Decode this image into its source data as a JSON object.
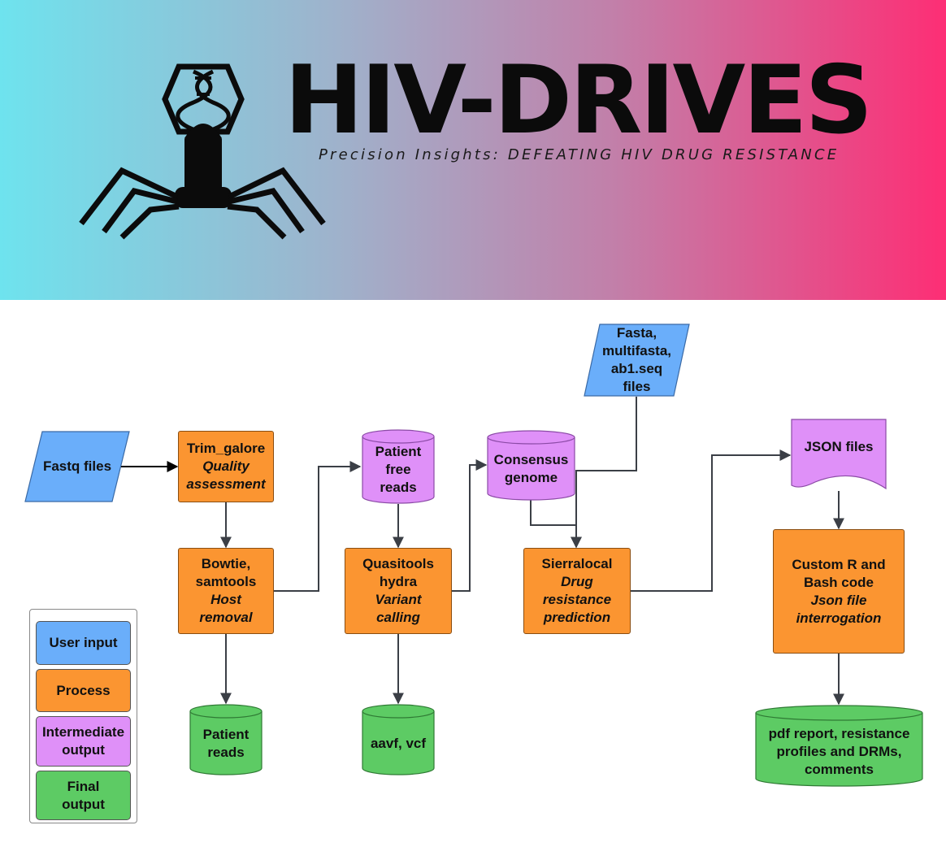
{
  "banner": {
    "title": "HIV-DRIVES",
    "tagline": "Precision Insights: DEFEATING HIV DRUG RESISTANCE"
  },
  "colors": {
    "user_input": "#6aaefa",
    "process": "#fb9531",
    "intermediate": "#df90f8",
    "final": "#5dcb64"
  },
  "nodes": {
    "fastq": "Fastq files",
    "trim_line1": "Trim_galore",
    "trim_line2": "Quality",
    "trim_line3": "assessment",
    "bowtie_line1": "Bowtie,",
    "bowtie_line2": "samtools",
    "bowtie_line3": "Host",
    "bowtie_line4": "removal",
    "patient_reads_line1": "Patient",
    "patient_reads_line2": "reads",
    "pfree_line1": "Patient",
    "pfree_line2": "free",
    "pfree_line3": "reads",
    "quasi_line1": "Quasitools",
    "quasi_line2": "hydra",
    "quasi_line3": "Variant",
    "quasi_line4": "calling",
    "aavf": "aavf, vcf",
    "consensus_line1": "Consensus",
    "consensus_line2": "genome",
    "fasta_line1": "Fasta,",
    "fasta_line2": "multifasta,",
    "fasta_line3": "ab1.seq",
    "fasta_line4": "files",
    "sierra_line1": "Sierralocal",
    "sierra_line2": "Drug",
    "sierra_line3": "resistance",
    "sierra_line4": "prediction",
    "json": "JSON files",
    "custom_line1": "Custom R and",
    "custom_line2": "Bash code",
    "custom_line3": "Json file",
    "custom_line4": "interrogation",
    "pdf_line1": "pdf report, resistance",
    "pdf_line2": "profiles and DRMs,",
    "pdf_line3": "comments"
  },
  "legend": {
    "user_input": "User input",
    "process": "Process",
    "intermediate_line1": "Intermediate",
    "intermediate_line2": "output",
    "final_line1": "Final",
    "final_line2": "output"
  }
}
